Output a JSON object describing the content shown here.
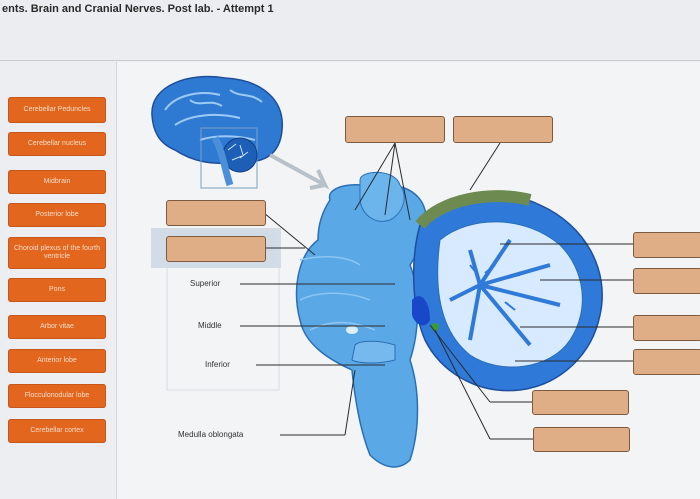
{
  "title": "ents. Brain and Cranial Nerves. Post lab. - Attempt 1",
  "terms": [
    {
      "label": "Cerebellar Peduncles"
    },
    {
      "label": "Cerebellar nucleus"
    },
    {
      "label": "Midbrain"
    },
    {
      "label": "Posterior lobe"
    },
    {
      "label": "Choroid plexus of the fourth ventricle"
    },
    {
      "label": "Pons"
    },
    {
      "label": "Arbor vitae"
    },
    {
      "label": "Anterior lobe"
    },
    {
      "label": "Flocculonodular lobe"
    },
    {
      "label": "Cerebellar cortex"
    }
  ],
  "labels": {
    "superior": "Superior",
    "middle": "Middle",
    "inferior": "Inferior",
    "medulla": "Medulla oblongata"
  },
  "colors": {
    "term_bg": "#e2661e",
    "slot_bg": "#e0ae86",
    "brain_blue": "#3a8fd6",
    "cerebellum_blue": "#2f79d8",
    "white_matter": "#e8f2ff"
  }
}
